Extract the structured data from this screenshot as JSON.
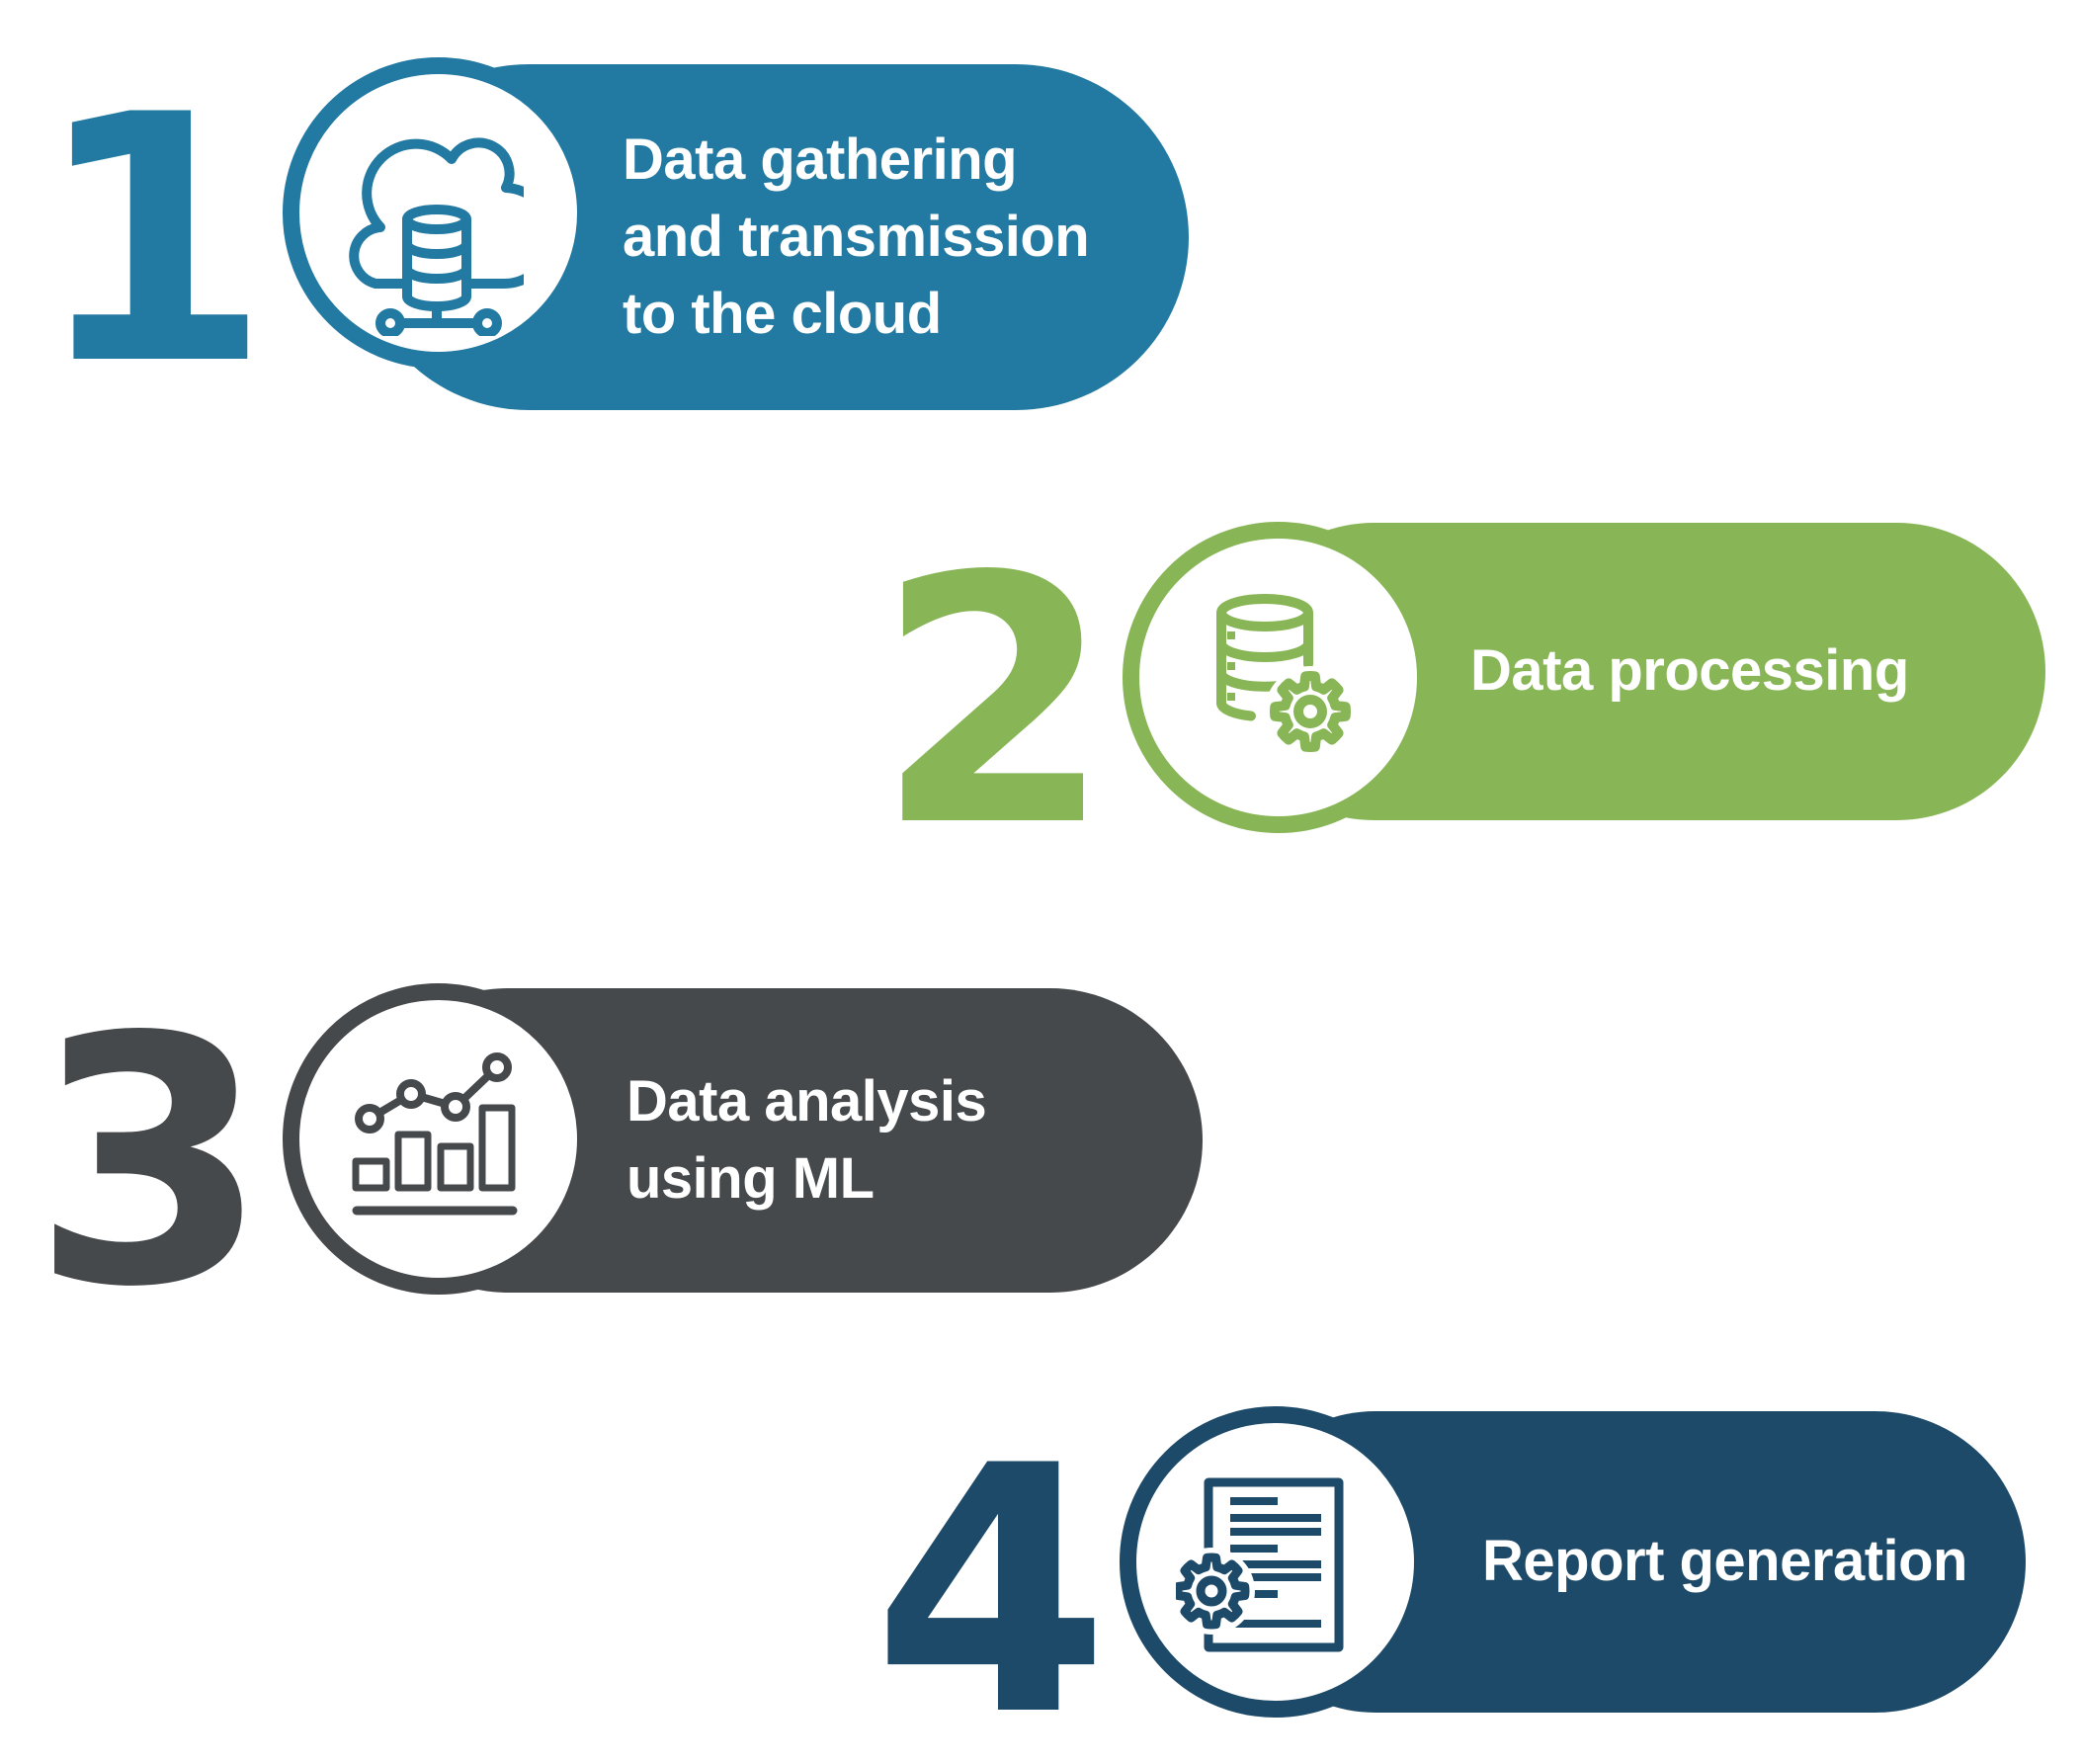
{
  "background": "#ffffff",
  "text_color": "#ffffff",
  "steps": [
    {
      "number": "1",
      "color": "#2279a1",
      "icon": "cloud-database-icon",
      "lines": [
        "Data gathering",
        "and transmission",
        "to the cloud"
      ]
    },
    {
      "number": "2",
      "color": "#88b656",
      "icon": "database-gear-icon",
      "lines": [
        "Data processing"
      ]
    },
    {
      "number": "3",
      "color": "#45494b",
      "icon": "bar-chart-trend-icon",
      "lines": [
        "Data analysis",
        "using ML"
      ]
    },
    {
      "number": "4",
      "color": "#1d4a68",
      "icon": "report-gear-icon",
      "lines": [
        "Report generation"
      ]
    }
  ]
}
